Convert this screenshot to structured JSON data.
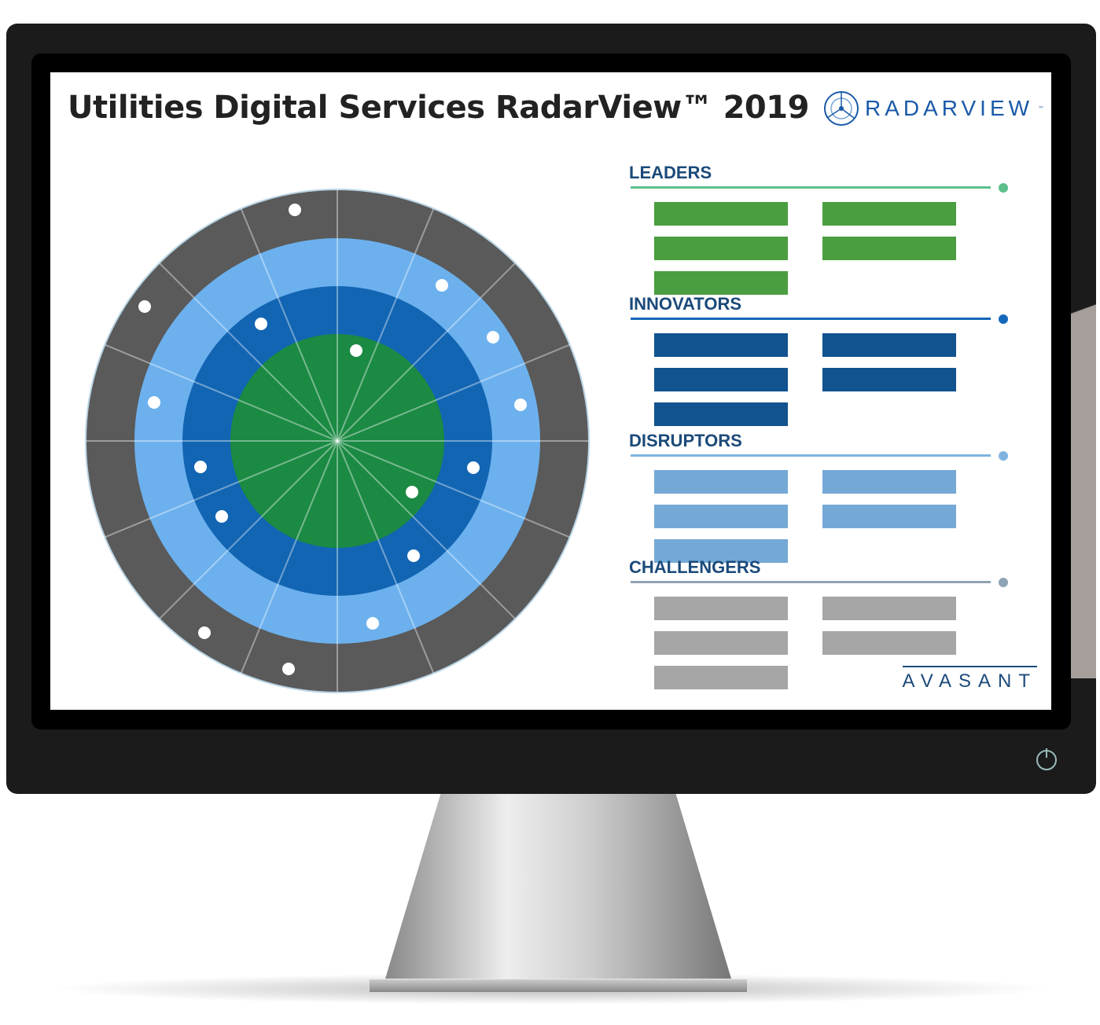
{
  "title": "Utilities Digital Services RadarView™ 2019",
  "logo": {
    "text": "RADARVIEW",
    "tm": "™"
  },
  "brand": "AVASANT",
  "categories": [
    {
      "label": "LEADERS",
      "color": "#4a9e3f",
      "line": "#5cbf8c",
      "bars": 5
    },
    {
      "label": "INNOVATORS",
      "color": "#11538f",
      "line": "#1467b9",
      "bars": 5
    },
    {
      "label": "DISRUPTORS",
      "color": "#74a9d6",
      "line": "#7fb3df",
      "bars": 5
    },
    {
      "label": "CHALLENGERS",
      "color": "#a6a6a6",
      "line": "#8fa4b4",
      "bars": 5
    }
  ],
  "radar": {
    "rings": [
      {
        "name": "challengers",
        "color": "#5a5a5a"
      },
      {
        "name": "disruptors",
        "color": "#6cb1ee"
      },
      {
        "name": "innovators",
        "color": "#1265b3"
      },
      {
        "name": "leaders",
        "color": "#1b8a43"
      }
    ],
    "spokes": 16
  }
}
